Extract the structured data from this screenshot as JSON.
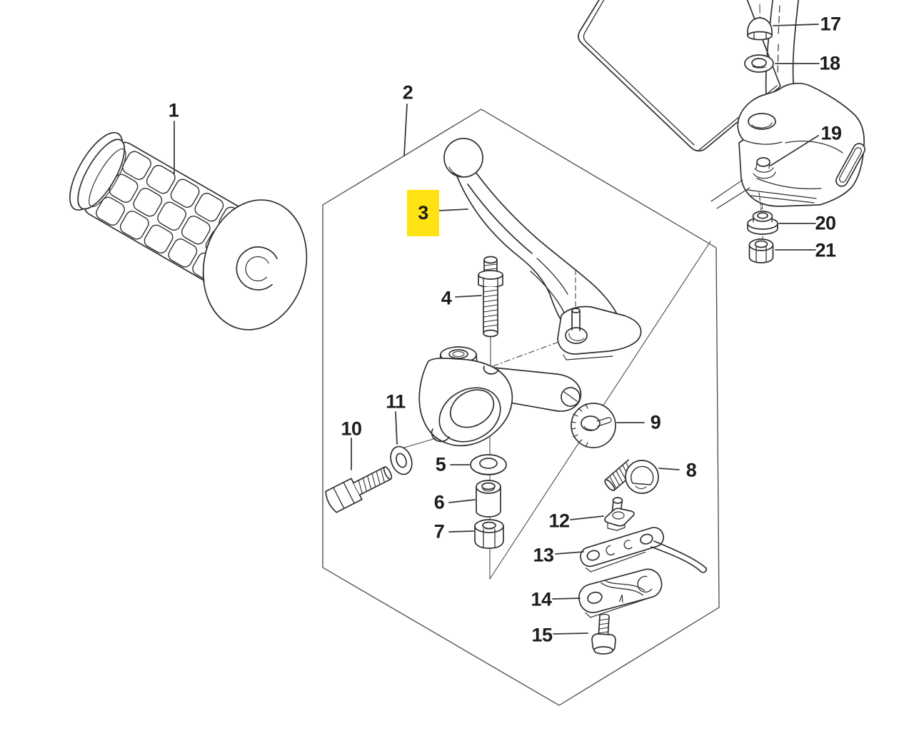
{
  "diagram": {
    "kind": "exploded-parts-diagram",
    "background_color": "#ffffff",
    "line_color": "#2f2f2f",
    "highlight": {
      "part_number": "3",
      "color": "#ffe212"
    },
    "part_labels": [
      "1",
      "2",
      "3",
      "4",
      "5",
      "6",
      "7",
      "8",
      "9",
      "10",
      "11",
      "12",
      "13",
      "14",
      "15",
      "17",
      "18",
      "19",
      "20",
      "21"
    ]
  }
}
